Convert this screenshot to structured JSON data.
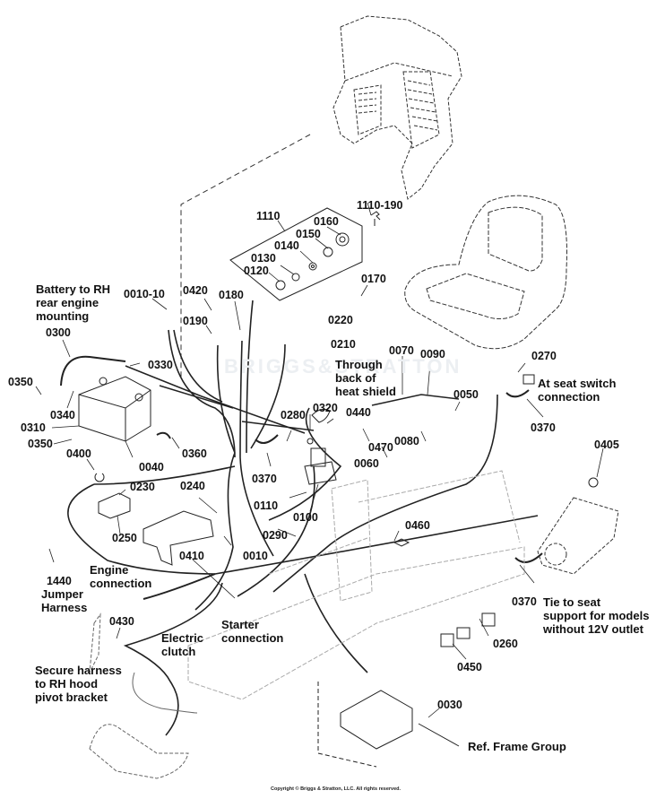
{
  "diagram": {
    "title": "Electrical System Parts Diagram",
    "watermark": "BRIGGS&STRATTON",
    "copyright": "Copyright © Briggs & Stratton, LLC. All rights reserved.",
    "part_labels": {
      "p1110": "1110",
      "p1110_190": "1110-190",
      "p0160": "0160",
      "p0150": "0150",
      "p0140": "0140",
      "p0130": "0130",
      "p0120": "0120",
      "p0170": "0170",
      "p0010_10": "0010-10",
      "p0420": "0420",
      "p0180": "0180",
      "p0190": "0190",
      "p0220": "0220",
      "p0210": "0210",
      "p0300": "0300",
      "p0330": "0330",
      "p0350a": "0350",
      "p0340": "0340",
      "p0310": "0310",
      "p0350b": "0350",
      "p0040": "0040",
      "p0360": "0360",
      "p0400": "0400",
      "p0230": "0230",
      "p0240": "0240",
      "p0250": "0250",
      "p0280": "0280",
      "p0320": "0320",
      "p0440": "0440",
      "p0370a": "0370",
      "p0110": "0110",
      "p0100": "0100",
      "p0070": "0070",
      "p0090": "0090",
      "p0050": "0050",
      "p0470": "0470",
      "p0080": "0080",
      "p0060": "0060",
      "p0270": "0270",
      "p0370b": "0370",
      "p0405": "0405",
      "p0290": "0290",
      "p0010": "0010",
      "p0410": "0410",
      "p0460": "0460",
      "p0370c": "0370",
      "p1440": "1440",
      "p0430": "0430",
      "p0260": "0260",
      "p0450": "0450",
      "p0030": "0030"
    },
    "notes": {
      "battery": [
        "Battery to RH",
        "rear engine",
        "mounting"
      ],
      "heat_shield": [
        "Through",
        "back of",
        "heat shield"
      ],
      "seat_switch": [
        "At seat switch",
        "connection"
      ],
      "jumper": [
        "Jumper",
        "Harness"
      ],
      "engine": [
        "Engine",
        "connection"
      ],
      "tie_seat": [
        "Tie to seat",
        "support for models",
        "without 12V outlet"
      ],
      "electric_clutch": [
        "Electric",
        "clutch"
      ],
      "starter": [
        "Starter",
        "connection"
      ],
      "secure_harness": [
        "Secure harness",
        "to RH hood",
        "pivot bracket"
      ],
      "ref_frame": "Ref. Frame Group"
    }
  }
}
